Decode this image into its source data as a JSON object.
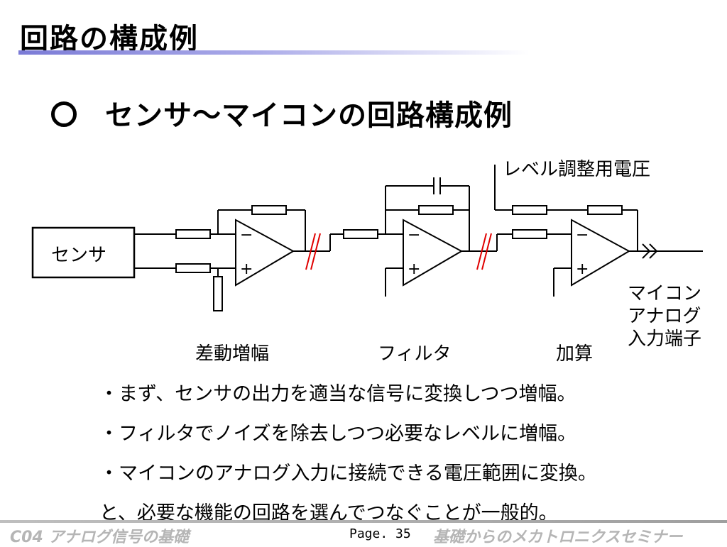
{
  "slide": {
    "title": "回路の構成例",
    "subtitle": "センサ～マイコンの回路構成例"
  },
  "diagram": {
    "sensor_label": "センサ",
    "level_label": "レベル調整用電圧",
    "stage_labels": [
      "差動増幅",
      "フィルタ",
      "加算"
    ],
    "output_label_lines": [
      "マイコン",
      "アナログ",
      "入力端子"
    ],
    "plus_sign": "+",
    "minus_sign": "−"
  },
  "bullets": [
    "・まず、センサの出力を適当な信号に変換しつつ増幅。",
    "・フィルタでノイズを除去しつつ必要なレベルに増幅。",
    "・マイコンのアナログ入力に接続できる電圧範囲に変換。",
    "と、必要な機能の回路を選んでつなぐことが一般的。"
  ],
  "footer": {
    "course": "C04 アナログ信号の基礎",
    "page": "Page. 35",
    "seminar": "基礎からのメカトロニクスセミナー"
  },
  "colors": {
    "title_underline": "#7b7bd6",
    "break_marks": "#e00000",
    "footer_text": "#b5b5b5"
  }
}
